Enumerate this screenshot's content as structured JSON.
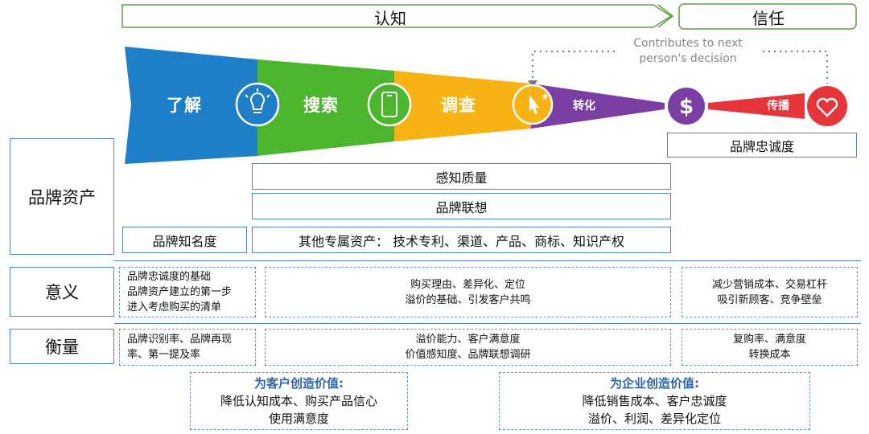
{
  "header": {
    "awareness": "认知",
    "trust": "信任"
  },
  "note": {
    "line1": "Contributes to next",
    "line2": "person's decision"
  },
  "funnel": {
    "stages": [
      "了解",
      "搜索",
      "调查",
      "转化",
      "传播"
    ],
    "colors": {
      "blue": "#1f7ec8",
      "green": "#4cb52e",
      "yellow": "#f7b314",
      "purple": "#7b3fa3",
      "red": "#e6343b"
    },
    "icons": [
      "lightbulb-icon",
      "phone-icon",
      "click-sparkle-icon",
      "dollar-icon",
      "heart-icon"
    ]
  },
  "brand_assets": {
    "row_label": "品牌资产",
    "loyalty": "品牌忠诚度",
    "perceived_quality": "感知质量",
    "association": "品牌联想",
    "awareness": "品牌知名度",
    "other": "其他专属资产： 技术专利、渠道、产品、商标、知识产权"
  },
  "meaning": {
    "row_label": "意义",
    "left": [
      "品牌忠诚度的基础",
      "品牌资产建立的第一步",
      "进入考虑购买的清单"
    ],
    "middle": [
      "购买理由、差异化、定位",
      "溢价的基础、引发客户共鸣"
    ],
    "right": [
      "减少营销成本、交易杠杆",
      "吸引新顾客、竞争壁垒"
    ]
  },
  "measure": {
    "row_label": "衡量",
    "left": [
      "品牌识别率、品牌再现",
      "率、第一提及率"
    ],
    "middle": [
      "溢价能力、客户满意度",
      "价值感知度、品牌联想调研"
    ],
    "right": [
      "复购率、满意度",
      "转换成本"
    ]
  },
  "customer_value": {
    "title": "为客户创造价值:",
    "lines": [
      "降低认知成本、购买产品信心",
      "使用满意度"
    ]
  },
  "enterprise_value": {
    "title": "为企业创造价值:",
    "lines": [
      "降低销售成本、客户忠诚度",
      "溢价、利润、差异化定位"
    ]
  }
}
